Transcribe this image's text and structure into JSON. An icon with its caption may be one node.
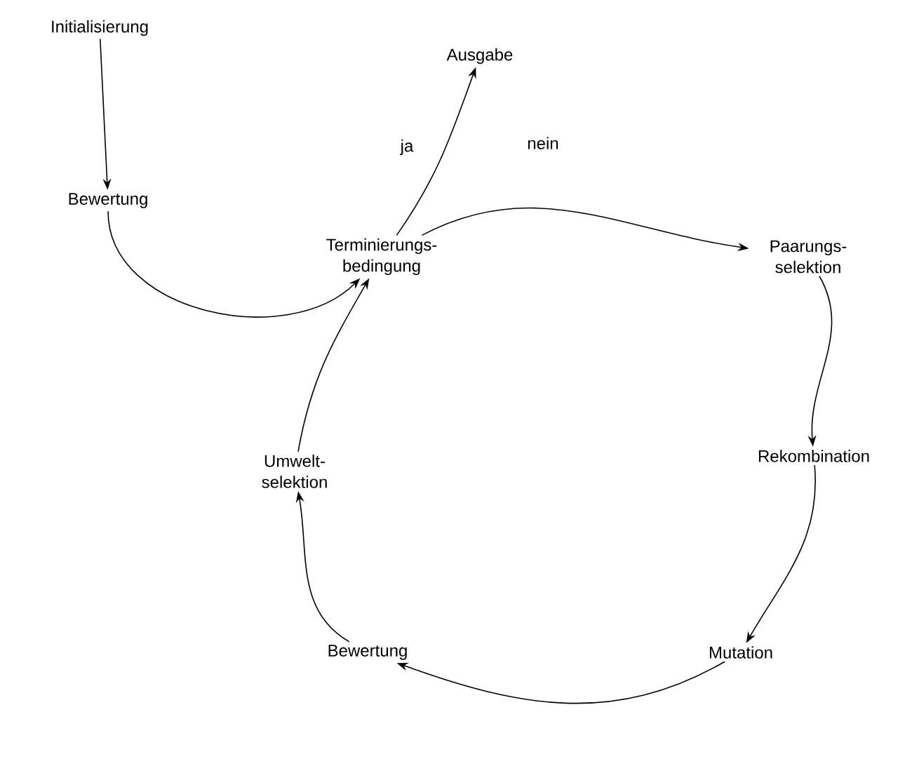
{
  "diagram": {
    "nodes": [
      {
        "text": [
          "Initialisierung"
        ]
      },
      {
        "text": [
          "Bewertung"
        ]
      },
      {
        "text": [
          "Ausgabe"
        ]
      },
      {
        "text": [
          "Terminierungs- bedingung"
        ]
      },
      {
        "text": [
          "Paarungs- selektion"
        ]
      },
      {
        "text": [
          "Rekombination"
        ]
      },
      {
        "text": [
          "Mutation"
        ]
      },
      {
        "text": [
          "Bewertung"
        ]
      },
      {
        "text": [
          "Umwelt- selektion"
        ]
      }
    ],
    "edges": [
      {
        "from": 0,
        "to": 1,
        "arrow": "to"
      },
      {
        "from": 1,
        "to": 3,
        "arrow": "to"
      },
      {
        "from": 3,
        "to": 2,
        "arrow": "to",
        "label": "ja"
      },
      {
        "from": 3,
        "to": 4,
        "arrow": "to",
        "label": "nein"
      },
      {
        "from": 4,
        "to": 5,
        "arrow": "to"
      },
      {
        "from": 5,
        "to": 6,
        "arrow": "to"
      },
      {
        "from": 6,
        "to": 7,
        "arrow": "to"
      },
      {
        "from": 7,
        "to": 8,
        "arrow": "to"
      },
      {
        "from": 8,
        "to": 3,
        "arrow": "to"
      }
    ]
  }
}
